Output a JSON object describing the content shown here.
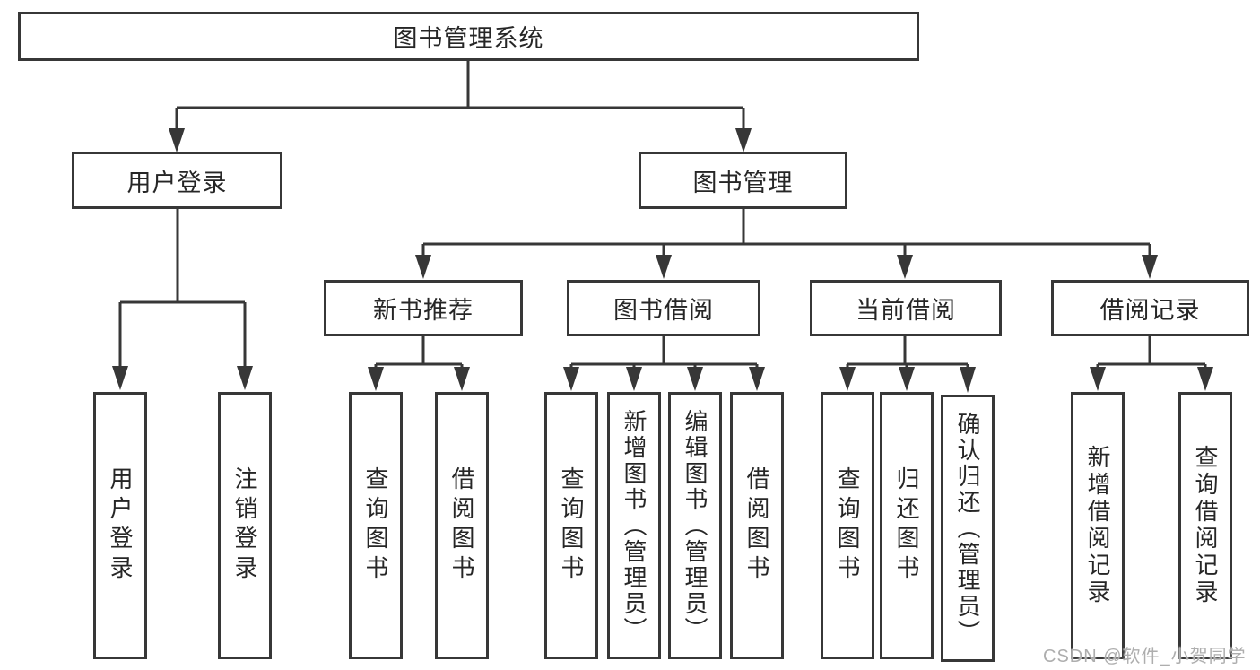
{
  "diagram": {
    "tree": {
      "label": "图书管理系统",
      "children": [
        {
          "label": "用户登录",
          "children": [
            {
              "label": "用户登录"
            },
            {
              "label": "注销登录"
            }
          ]
        },
        {
          "label": "图书管理",
          "children": [
            {
              "label": "新书推荐",
              "children": [
                {
                  "label": "查询图书"
                },
                {
                  "label": "借阅图书"
                }
              ]
            },
            {
              "label": "图书借阅",
              "children": [
                {
                  "label": "查询图书"
                },
                {
                  "label": "新增图书（管理员）"
                },
                {
                  "label": "编辑图书（管理员）"
                },
                {
                  "label": "借阅图书"
                }
              ]
            },
            {
              "label": "当前借阅",
              "children": [
                {
                  "label": "查询图书"
                },
                {
                  "label": "归还图书"
                },
                {
                  "label": "确认归还（管理员）"
                }
              ]
            },
            {
              "label": "借阅记录",
              "children": [
                {
                  "label": "新增借阅记录"
                },
                {
                  "label": "查询借阅记录"
                }
              ]
            }
          ]
        }
      ]
    },
    "colors": {
      "line": "#373737",
      "border": "#373737",
      "text": "#262626",
      "watermark": "#aeaeae"
    }
  },
  "watermark": {
    "text": "CSDN @软件_小贺同学"
  }
}
